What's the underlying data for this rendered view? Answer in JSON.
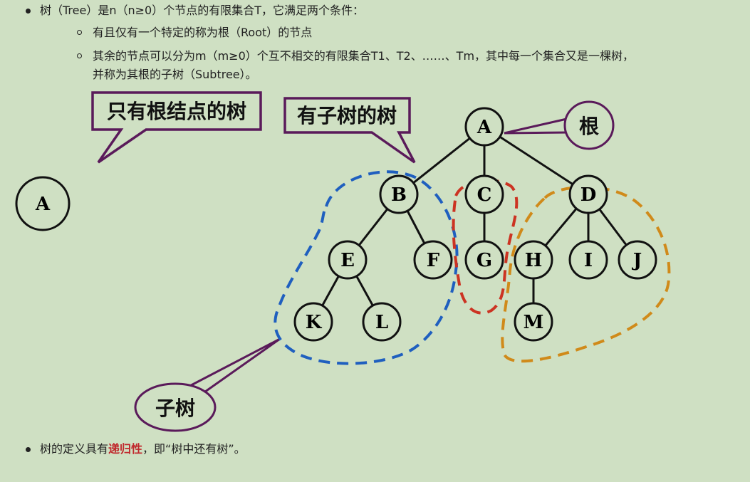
{
  "text": {
    "bullet1": "树（Tree）是n（n≥0）个节点的有限集合T，它满足两个条件：",
    "sub1": "有且仅有一个特定的称为根（Root）的节点",
    "sub2a": "其余的节点可以分为m（m≥0）个互不相交的有限集合T1、T2、……、Tm，其中每一个集合又是一棵树，",
    "sub2b": "并称为其根的子树（Subtree）。",
    "bullet2_pre": "树的定义具有",
    "bullet2_em": "递归性",
    "bullet2_post": "，即“树中还有树”。"
  },
  "callouts": {
    "only_root": "只有根结点的树",
    "with_subtree": "有子树的树",
    "root": "根",
    "subtree": "子树"
  },
  "nodes": {
    "single": "A",
    "A": "A",
    "B": "B",
    "C": "C",
    "D": "D",
    "E": "E",
    "F": "F",
    "G": "G",
    "H": "H",
    "I": "I",
    "J": "J",
    "K": "K",
    "L": "L",
    "M": "M"
  },
  "colors": {
    "background": "#cfe0c3",
    "callout_border": "#5a1a5a",
    "subtree_blue": "#1f5fbf",
    "subtree_red": "#cc3322",
    "subtree_orange": "#d08a1a",
    "emphasis": "#c0282c"
  }
}
